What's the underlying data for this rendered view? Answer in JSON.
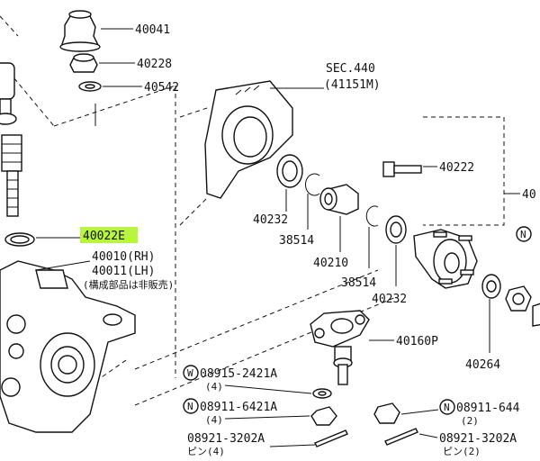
{
  "colors": {
    "highlight": "#b7f542",
    "ink": "#111111",
    "background": "#ffffff"
  },
  "labels": {
    "l40041": "40041",
    "l40228": "40228",
    "l40542": "40542",
    "sec440": "SEC.440",
    "sec440_sub": "(41151M)",
    "l40222": "40222",
    "l40_right": "40",
    "l40232_a": "40232",
    "l38514_a": "38514",
    "l40210": "40210",
    "l38514_b": "38514",
    "l40232_b": "40232",
    "l40022e": "40022E",
    "l40010": "40010(RH)",
    "l40011": "40011(LH)",
    "note_jp": "(構成部品は非販売)",
    "l40264": "40264",
    "l40160p": "40160P",
    "w_bolt": "08915-2421A",
    "w_bolt_qty": "(4)",
    "n_nut": "08911-6421A",
    "n_nut_qty": "(4)",
    "pin_l": "08921-3202A",
    "pin_l_qty": "ピン(4)",
    "n_nut_r": "08911-644",
    "n_nut_r_qty": "(2)",
    "pin_r": "08921-3202A",
    "pin_r_qty": "ピン(2)"
  },
  "markers": {
    "w": "W",
    "n": "N"
  }
}
